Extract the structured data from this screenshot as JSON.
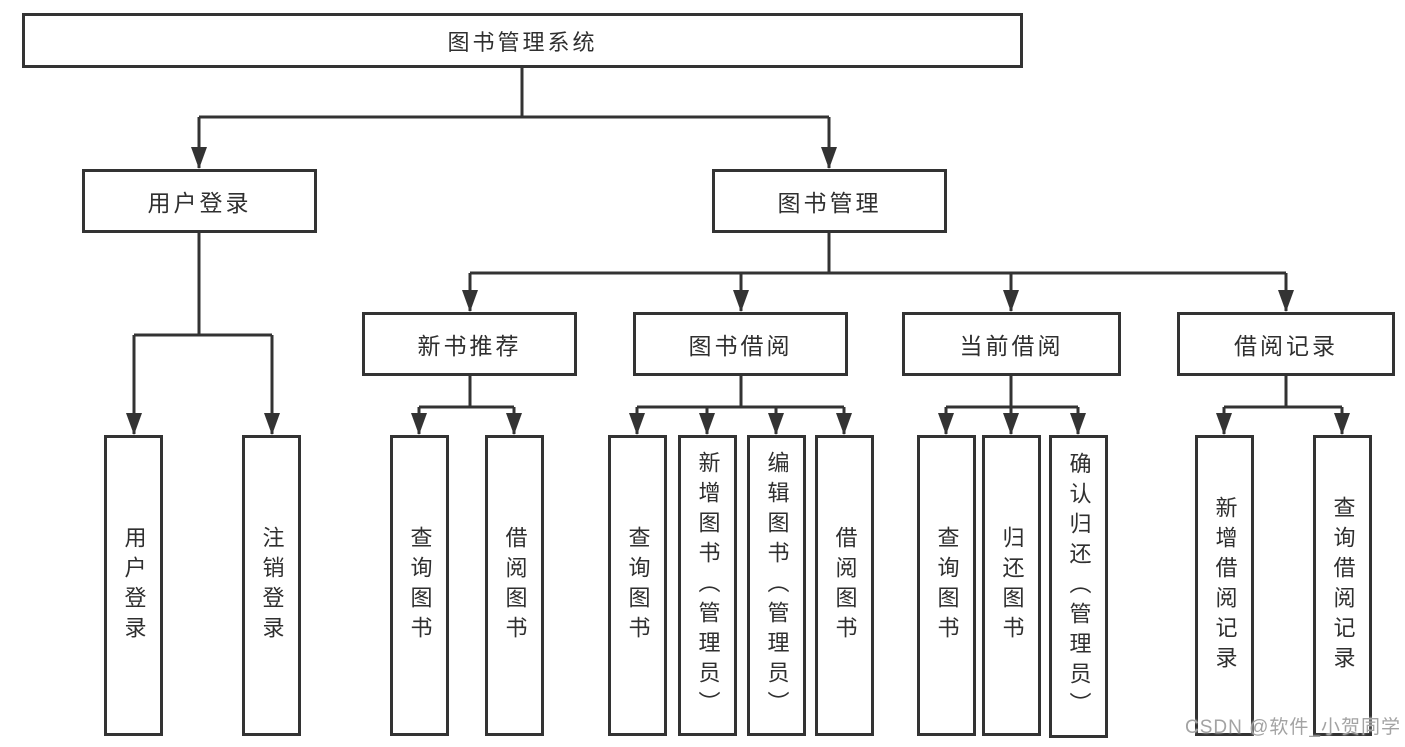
{
  "tree": {
    "label": "图书管理系统",
    "children": [
      {
        "label": "用户登录",
        "children": [
          {
            "label": "用户登录"
          },
          {
            "label": "注销登录"
          }
        ]
      },
      {
        "label": "图书管理",
        "children": [
          {
            "label": "新书推荐",
            "children": [
              {
                "label": "查询图书"
              },
              {
                "label": "借阅图书"
              }
            ]
          },
          {
            "label": "图书借阅",
            "children": [
              {
                "label": "查询图书"
              },
              {
                "label": "新增图书（管理员）"
              },
              {
                "label": "编辑图书（管理员）"
              },
              {
                "label": "借阅图书"
              }
            ]
          },
          {
            "label": "当前借阅",
            "children": [
              {
                "label": "查询图书"
              },
              {
                "label": "归还图书"
              },
              {
                "label": "确认归还（管理员）"
              }
            ]
          },
          {
            "label": "借阅记录",
            "children": [
              {
                "label": "新增借阅记录"
              },
              {
                "label": "查询借阅记录"
              }
            ]
          }
        ]
      }
    ]
  },
  "watermark": "CSDN @软件_小贺同学",
  "colors": {
    "line": "#333333",
    "box_border": "#333333",
    "box_background": "#ffffff",
    "text": "#2f2f2f",
    "watermark": "#a3a3a3",
    "page_background": "#ffffff"
  }
}
